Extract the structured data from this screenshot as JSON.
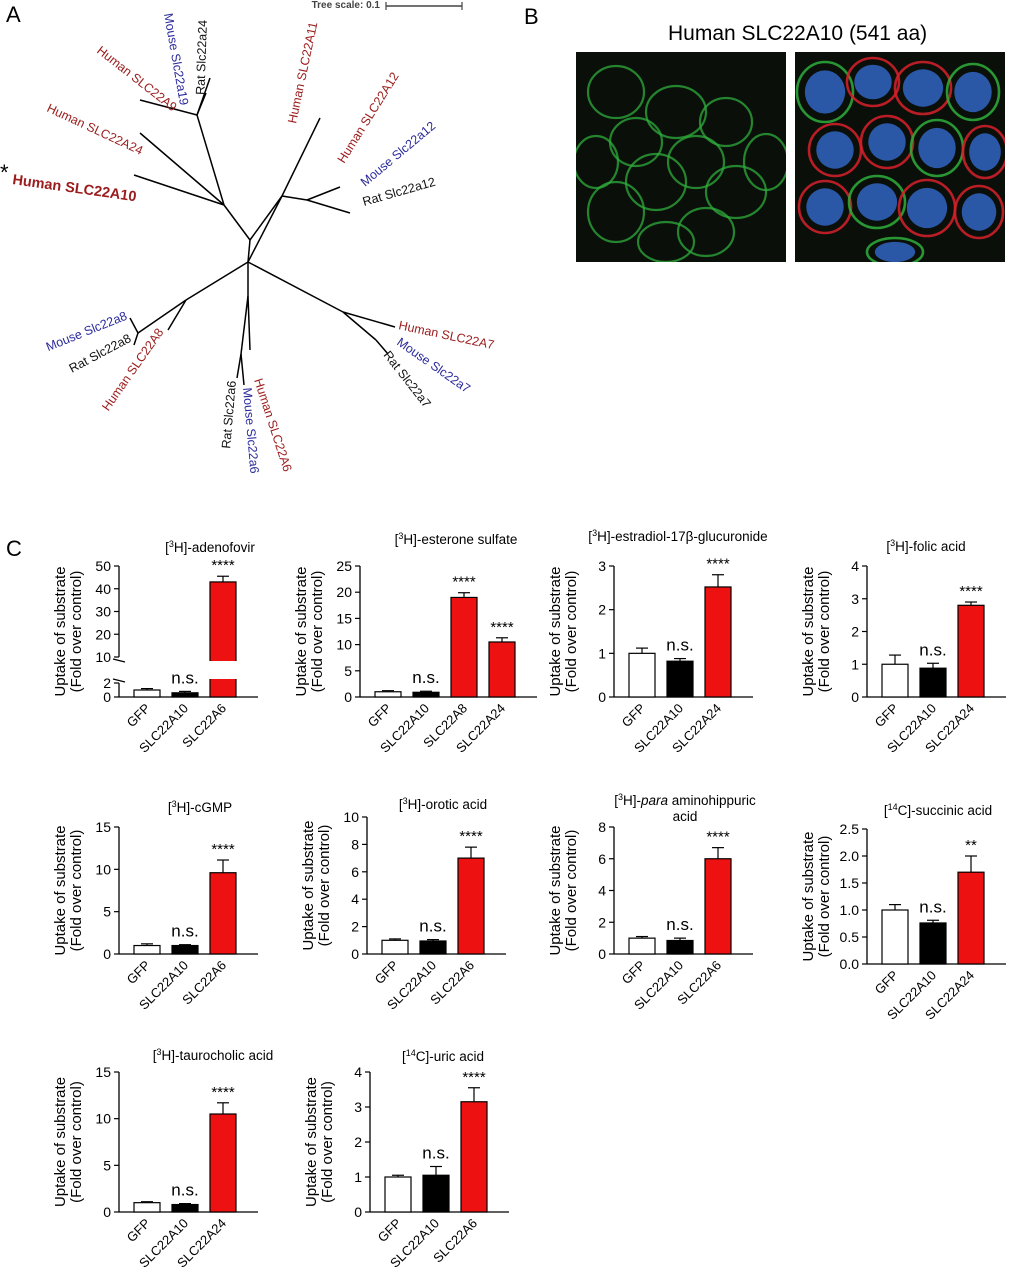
{
  "panels": {
    "a": "A",
    "b": "B",
    "c": "C"
  },
  "tree": {
    "scale_label": "Tree scale: 0.1",
    "asterisk": "*",
    "colors": {
      "human": "#9b1c1c",
      "mouse": "#2a2a9c",
      "rat": "#111111"
    },
    "leaves": [
      {
        "id": "h9",
        "label": "Human SLC22A9",
        "species": "human"
      },
      {
        "id": "m19",
        "label": "Mouse Slc22a19",
        "species": "mouse"
      },
      {
        "id": "r24",
        "label": "Rat Slc22a24",
        "species": "rat"
      },
      {
        "id": "h11",
        "label": "Human SLC22A11",
        "species": "human"
      },
      {
        "id": "h12",
        "label": "Human SLC22A12",
        "species": "human"
      },
      {
        "id": "m12",
        "label": "Mouse Slc22a12",
        "species": "mouse"
      },
      {
        "id": "r12",
        "label": "Rat Slc22a12",
        "species": "rat"
      },
      {
        "id": "h24",
        "label": "Human SLC22A24",
        "species": "human"
      },
      {
        "id": "h10",
        "label": "Human SLC22A10",
        "species": "human",
        "bold": true
      },
      {
        "id": "m8",
        "label": "Mouse Slc22a8",
        "species": "mouse"
      },
      {
        "id": "r8",
        "label": "Rat Slc22a8",
        "species": "rat"
      },
      {
        "id": "h8",
        "label": "Human SLC22A8",
        "species": "human"
      },
      {
        "id": "r6",
        "label": "Rat Slc22a6",
        "species": "rat"
      },
      {
        "id": "m6",
        "label": "Mouse Slc22a6",
        "species": "mouse"
      },
      {
        "id": "h6",
        "label": "Human SLC22A6",
        "species": "human"
      },
      {
        "id": "h7",
        "label": "Human SLC22A7",
        "species": "human"
      },
      {
        "id": "m7",
        "label": "Mouse Slc22a7",
        "species": "mouse"
      },
      {
        "id": "r7",
        "label": "Rat Slc22a7",
        "species": "rat"
      }
    ]
  },
  "microscopy": {
    "title": "Human SLC22A10 (541 aa)",
    "colors": {
      "membrane_green": "#2fae3c",
      "membrane_red": "#d8202a",
      "nuclei_blue": "#2f5fb8",
      "background": "#0a0f0a"
    }
  },
  "axis": {
    "ylabel_line1": "Uptake of substrate",
    "ylabel_line2": "(Fold over control)",
    "bar_colors": {
      "GFP": "#ffffff",
      "SLC22A10": "#000000",
      "other": "#ee1111"
    }
  },
  "chart_data": [
    {
      "type": "bar",
      "title": "[3H]-adenofovir",
      "title_parts": [
        "[",
        "3",
        "H]-adenofovir"
      ],
      "categories": [
        "GFP",
        "SLC22A10",
        "SLC22A6"
      ],
      "values": [
        1.0,
        0.6,
        43.0
      ],
      "errors": [
        0.2,
        0.2,
        2.5
      ],
      "annotations": [
        "",
        "n.s.",
        "****"
      ],
      "ylim": [
        0,
        50
      ],
      "yticks": [
        "0",
        "2",
        "10",
        "20",
        "30",
        "40",
        "50"
      ],
      "axis_break": true
    },
    {
      "type": "bar",
      "title": "[3H]-esterone sulfate",
      "title_parts": [
        "[",
        "3",
        "H]-esterone sulfate"
      ],
      "categories": [
        "GFP",
        "SLC22A10",
        "SLC22A8",
        "SLC22A24"
      ],
      "values": [
        1.0,
        0.9,
        19.0,
        10.5
      ],
      "errors": [
        0.2,
        0.2,
        0.9,
        0.8
      ],
      "annotations": [
        "",
        "n.s.",
        "****",
        "****"
      ],
      "ylim": [
        0,
        25
      ],
      "yticks": [
        "0",
        "5",
        "10",
        "15",
        "20",
        "25"
      ]
    },
    {
      "type": "bar",
      "title": "[3H]-estradiol-17β-glucuronide",
      "title_parts": [
        "[",
        "3",
        "H]-estradiol-17β-glucuronide"
      ],
      "categories": [
        "GFP",
        "SLC22A10",
        "SLC22A24"
      ],
      "values": [
        1.0,
        0.82,
        2.52
      ],
      "errors": [
        0.12,
        0.06,
        0.28
      ],
      "annotations": [
        "",
        "n.s.",
        "****"
      ],
      "ylim": [
        0,
        3
      ],
      "yticks": [
        "0",
        "1",
        "2",
        "3"
      ]
    },
    {
      "type": "bar",
      "title": "[3H]-folic acid",
      "title_parts": [
        "[",
        "3",
        "H]-folic acid"
      ],
      "categories": [
        "GFP",
        "SLC22A10",
        "SLC22A24"
      ],
      "values": [
        1.0,
        0.88,
        2.8
      ],
      "errors": [
        0.28,
        0.15,
        0.1
      ],
      "annotations": [
        "",
        "n.s.",
        "****"
      ],
      "ylim": [
        0,
        4
      ],
      "yticks": [
        "0",
        "1",
        "2",
        "3",
        "4"
      ]
    },
    {
      "type": "bar",
      "title": "[3H]-cGMP",
      "title_parts": [
        "[",
        "3",
        "H]-cGMP"
      ],
      "categories": [
        "GFP",
        "SLC22A10",
        "SLC22A6"
      ],
      "values": [
        1.0,
        1.0,
        9.6
      ],
      "errors": [
        0.2,
        0.1,
        1.5
      ],
      "annotations": [
        "",
        "n.s.",
        "****"
      ],
      "ylim": [
        0,
        15
      ],
      "yticks": [
        "0",
        "5",
        "10",
        "15"
      ]
    },
    {
      "type": "bar",
      "title": "[3H]-orotic acid",
      "title_parts": [
        "[",
        "3",
        "H]-orotic acid"
      ],
      "categories": [
        "GFP",
        "SLC22A10",
        "SLC22A6"
      ],
      "values": [
        1.0,
        0.95,
        7.0
      ],
      "errors": [
        0.1,
        0.1,
        0.8
      ],
      "annotations": [
        "",
        "n.s.",
        "****"
      ],
      "ylim": [
        0,
        10
      ],
      "yticks": [
        "0",
        "2",
        "4",
        "6",
        "8",
        "10"
      ]
    },
    {
      "type": "bar",
      "title": "[3H]-para aminohippuric acid",
      "title_parts": [
        "[",
        "3",
        "H]-",
        "para",
        " aminohippuric"
      ],
      "title_line2": "acid",
      "categories": [
        "GFP",
        "SLC22A10",
        "SLC22A6"
      ],
      "values": [
        1.0,
        0.85,
        6.0
      ],
      "errors": [
        0.1,
        0.15,
        0.7
      ],
      "annotations": [
        "",
        "n.s.",
        "****"
      ],
      "ylim": [
        0,
        8
      ],
      "yticks": [
        "0",
        "2",
        "4",
        "6",
        "8"
      ]
    },
    {
      "type": "bar",
      "title": "[14C]-succinic acid",
      "title_parts": [
        "[",
        "14",
        "C]-succinic acid"
      ],
      "categories": [
        "GFP",
        "SLC22A10",
        "SLC22A24"
      ],
      "values": [
        1.0,
        0.76,
        1.7
      ],
      "errors": [
        0.1,
        0.05,
        0.3
      ],
      "annotations": [
        "",
        "n.s.",
        "**"
      ],
      "ylim": [
        0,
        2.5
      ],
      "yticks": [
        "0.0",
        "0.5",
        "1.0",
        "1.5",
        "2.0",
        "2.5"
      ]
    },
    {
      "type": "bar",
      "title": "[3H]-taurocholic acid",
      "title_parts": [
        "[",
        "3",
        "H]-taurocholic acid"
      ],
      "categories": [
        "GFP",
        "SLC22A10",
        "SLC22A24"
      ],
      "values": [
        1.0,
        0.8,
        10.5
      ],
      "errors": [
        0.1,
        0.1,
        1.2
      ],
      "annotations": [
        "",
        "n.s.",
        "****"
      ],
      "ylim": [
        0,
        15
      ],
      "yticks": [
        "0",
        "5",
        "10",
        "15"
      ]
    },
    {
      "type": "bar",
      "title": "[14C]-uric acid",
      "title_parts": [
        "[",
        "14",
        "C]-uric acid"
      ],
      "categories": [
        "GFP",
        "SLC22A10",
        "SLC22A6"
      ],
      "values": [
        1.0,
        1.05,
        3.15
      ],
      "errors": [
        0.05,
        0.25,
        0.4
      ],
      "annotations": [
        "",
        "n.s.",
        "****"
      ],
      "ylim": [
        0,
        4
      ],
      "yticks": [
        "0",
        "1",
        "2",
        "3",
        "4"
      ]
    }
  ]
}
